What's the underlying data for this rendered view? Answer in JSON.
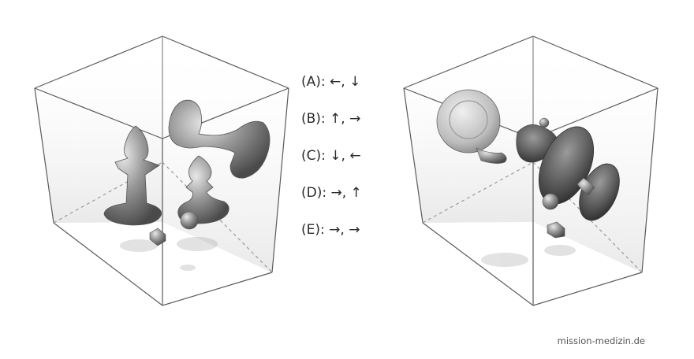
{
  "options": [
    {
      "id": "A",
      "label": "(A): ←, ↓"
    },
    {
      "id": "B",
      "label": "(B): ↑, →"
    },
    {
      "id": "C",
      "label": "(C): ↓, ←"
    },
    {
      "id": "D",
      "label": "(D): →, ↑"
    },
    {
      "id": "E",
      "label": "(E): →, →"
    }
  ],
  "watermark": "mission-medizin.de",
  "colors": {
    "edge": "#5a5a5a",
    "object": "#8a8a8a",
    "text": "#2b2b2b"
  }
}
